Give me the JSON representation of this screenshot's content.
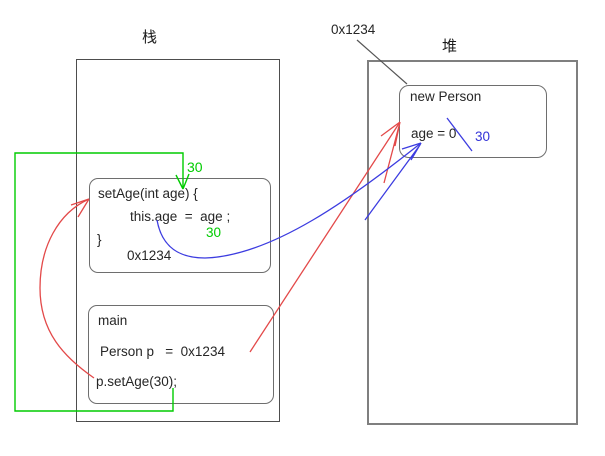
{
  "diagram": {
    "stack": {
      "label": "栈"
    },
    "heap": {
      "label": "堆"
    },
    "pointer_label": "0x1234",
    "heap_object": {
      "title": "new Person",
      "field": "age = 0",
      "new_value": "30"
    },
    "setage_frame": {
      "signature": "setAge(int age) {",
      "body": "this.age  =  age ;",
      "close_brace": "}",
      "this_address": "0x1234",
      "assigned_value": "30"
    },
    "main_frame": {
      "title": "main",
      "declaration": "Person p   =  0x1234",
      "call": "p.setAge(30);"
    },
    "arg_value": "30",
    "colors": {
      "red": "#e34949",
      "green": "#00cc00",
      "blue": "#3c3ce0",
      "leader": "#555555"
    }
  }
}
